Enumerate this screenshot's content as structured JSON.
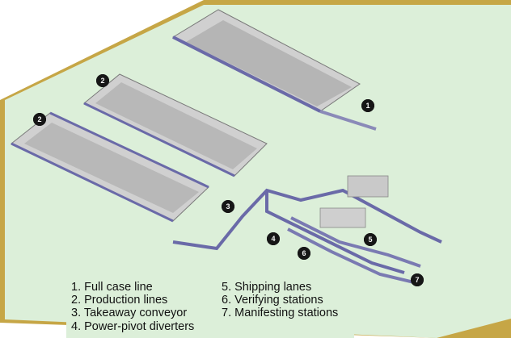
{
  "legend": {
    "left_items": [
      "1. Full case line",
      "2. Production lines",
      "3. Takeaway conveyor",
      "4. Power-pivot diverters"
    ],
    "right_items": [
      "5. Shipping lanes",
      "6. Verifying stations",
      "7. Manifesting stations"
    ]
  },
  "callouts": {
    "c1": "1",
    "c2a": "2",
    "c2b": "2",
    "c3": "3",
    "c4": "4",
    "c5": "5",
    "c6": "6",
    "c7": "7"
  },
  "colors": {
    "floor": "#dcefd9",
    "floor_edge": "#c6a646",
    "conveyor": "#6a6aa8",
    "rack": "#8f8f8f",
    "box": "#c8a060"
  }
}
